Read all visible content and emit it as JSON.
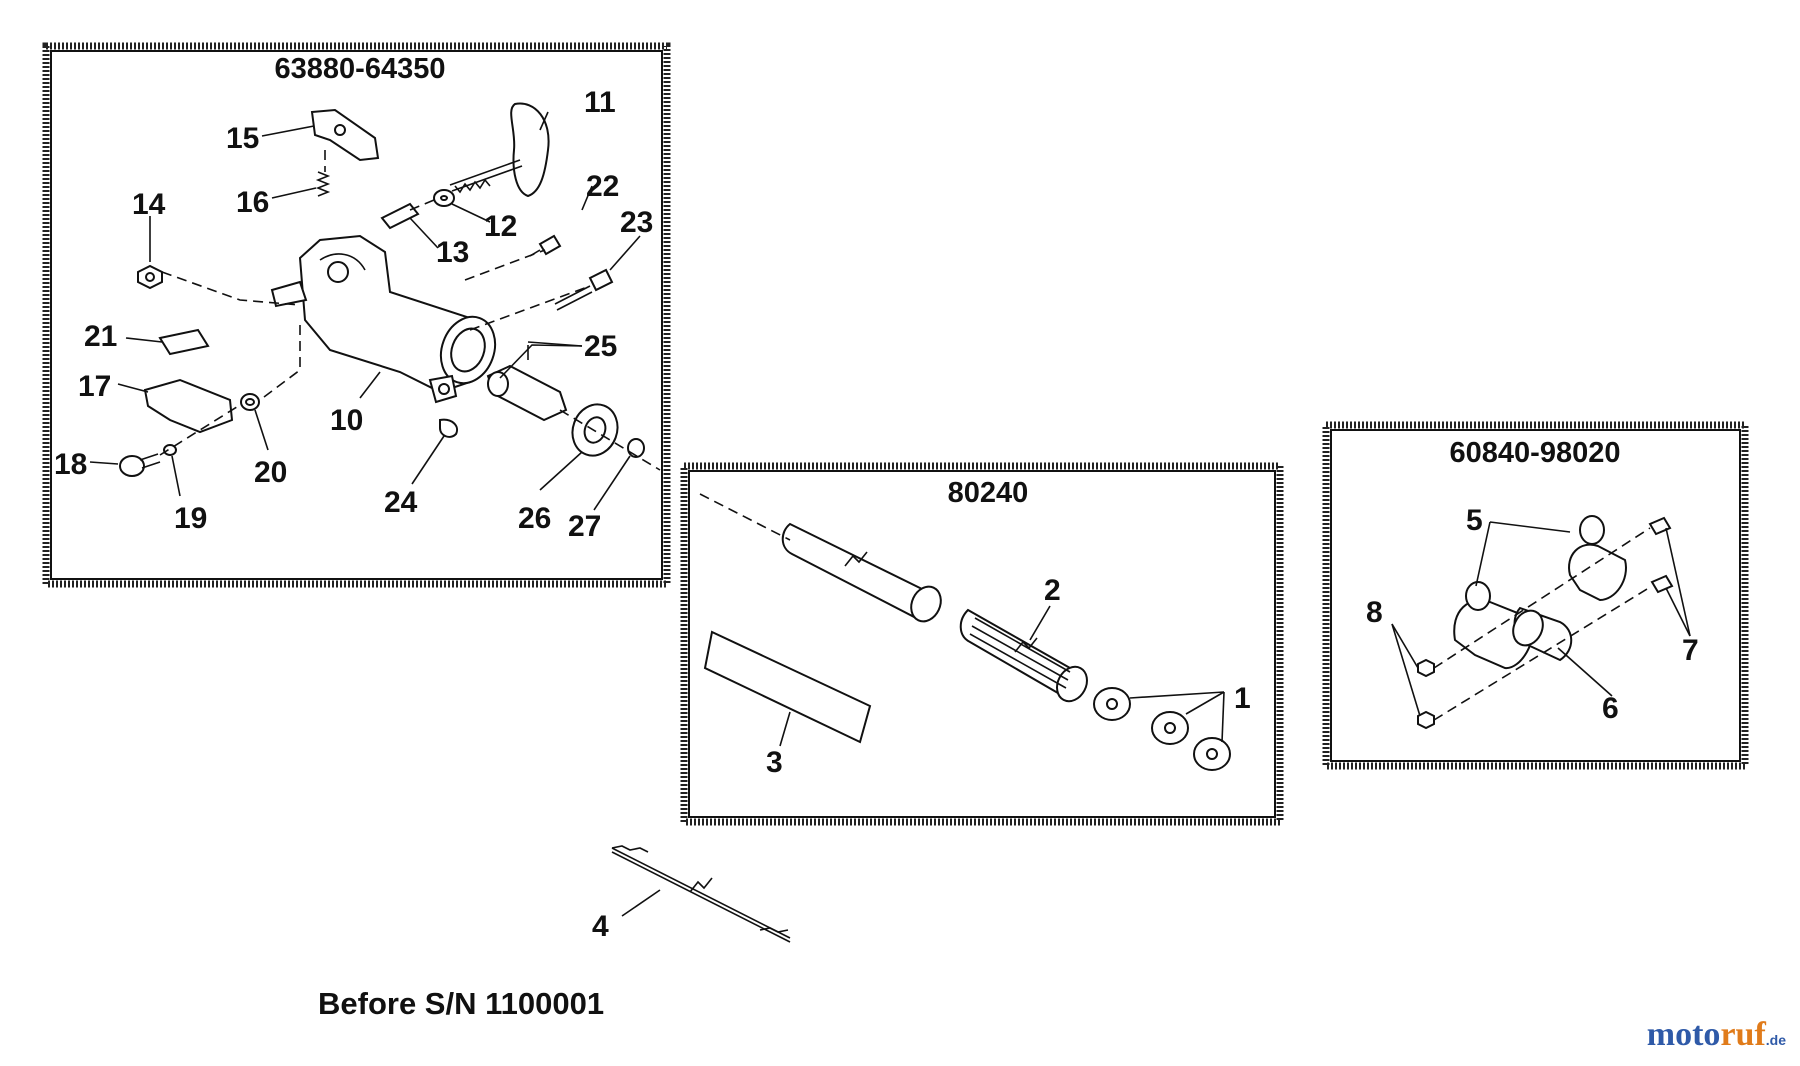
{
  "groups": [
    {
      "title": "63880-64350"
    },
    {
      "title": "80240"
    },
    {
      "title": "60840-98020"
    }
  ],
  "callouts": {
    "n1": "1",
    "n2": "2",
    "n3": "3",
    "n4": "4",
    "n5": "5",
    "n6": "6",
    "n7": "7",
    "n8": "8",
    "n10": "10",
    "n11": "11",
    "n12": "12",
    "n13": "13",
    "n14": "14",
    "n15": "15",
    "n16": "16",
    "n17": "17",
    "n18": "18",
    "n19": "19",
    "n20": "20",
    "n21": "21",
    "n22": "22",
    "n23": "23",
    "n24": "24",
    "n25": "25",
    "n26": "26",
    "n27": "27"
  },
  "footnote": "Before S/N 1100001",
  "watermark": {
    "part1": "moto",
    "part2": "ruf",
    "part3": ".de"
  }
}
